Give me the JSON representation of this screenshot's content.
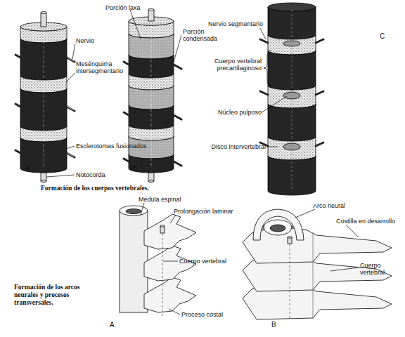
{
  "diagram": {
    "labels": [
      "Porción laxa",
      "Porción condensada",
      "Nervio",
      "Mesénquima intersegmentario",
      "Nervio segmentario",
      "Cuerpo vertebral precartilaginoso",
      "Núcleo pulposo",
      "Disco intervertebral",
      "Esclerotomas fusionados",
      "A",
      "Notocorda",
      "B",
      "C",
      "Formación de los cuerpos vertebrales.",
      "Médula espinal",
      "Arco neural",
      "Prolongación laminar",
      "Costilla en desarrollo",
      "Cuerpo vertebral",
      "Cuerpo vertebral",
      "Formación de los arcos neurales y procesos transversales.",
      "Proceso costal",
      "A",
      "B"
    ]
  }
}
